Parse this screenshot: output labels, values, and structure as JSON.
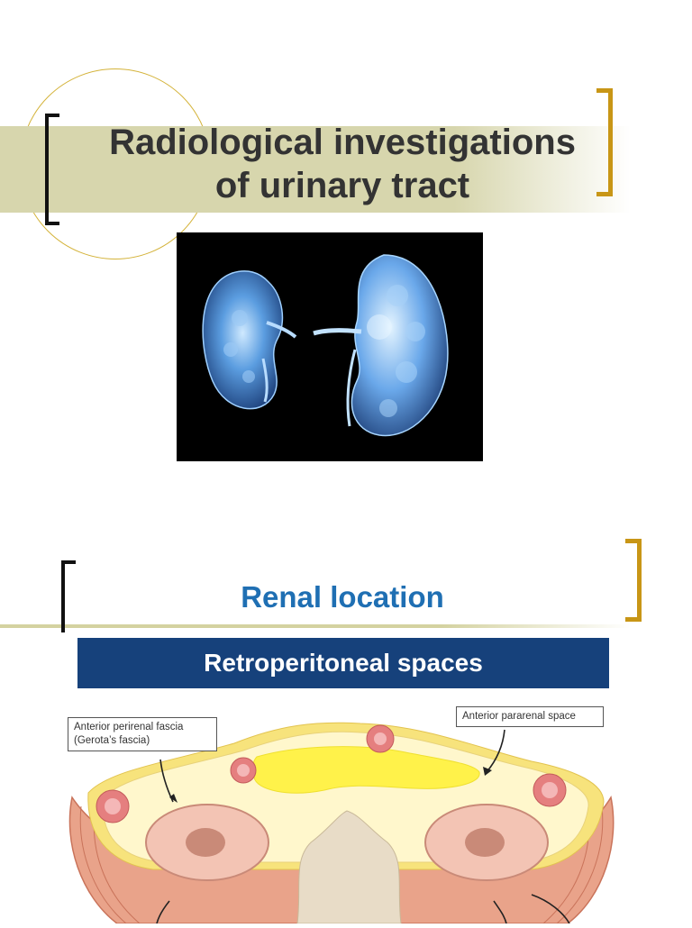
{
  "slide1": {
    "title_line1": "Radiological investigations",
    "title_line2": "of urinary tract",
    "image_label": "kidneys-illustration"
  },
  "slide2": {
    "title": "Renal location",
    "banner": "Retroperitoneal spaces",
    "callout_left_line1": "Anterior perirenal fascia",
    "callout_left_line2": "(Gerota’s fascia)",
    "callout_right": "Anterior pararenal space"
  },
  "colors": {
    "band": "#d7d6ad",
    "bracket_left": "#111111",
    "bracket_right": "#c89616",
    "circle": "#d4b33a",
    "renal_title": "#1f6fb3",
    "banner_bg": "#16417b"
  }
}
